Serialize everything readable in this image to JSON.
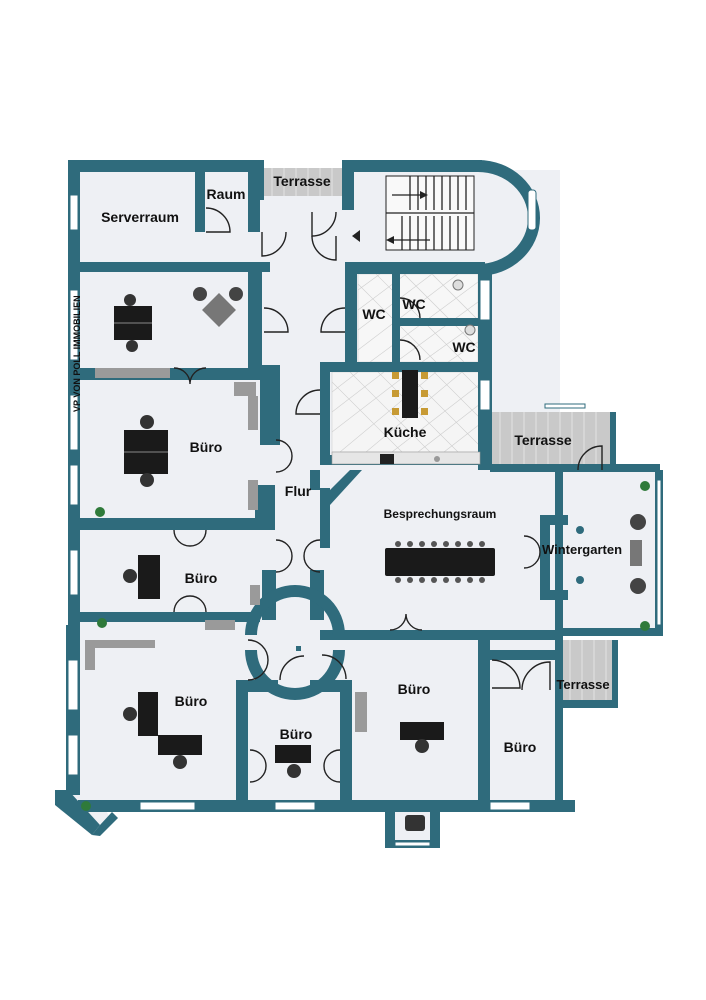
{
  "brand": {
    "logo_text": "VP VON POLL IMMOBILIEN"
  },
  "rooms": {
    "serverraum": "Serverraum",
    "raum": "Raum",
    "terrasse_top": "Terrasse",
    "wc_1": "WC",
    "wc_2": "WC",
    "wc_3": "WC",
    "kueche": "Küche",
    "terrasse_right": "Terrasse",
    "buero_1": "Büro",
    "flur": "Flur",
    "besprechungsraum": "Besprechungsraum",
    "wintergarten": "Wintergarten",
    "buero_2": "Büro",
    "buero_3": "Büro",
    "buero_4": "Büro",
    "buero_5": "Büro",
    "terrasse_bottom": "Terrasse",
    "buero_6": "Büro"
  },
  "colors": {
    "wall": "#2f6b7c",
    "floor": "#eef0f4",
    "terrace": "#c9c9c9",
    "furniture": "#1a1a1a"
  }
}
